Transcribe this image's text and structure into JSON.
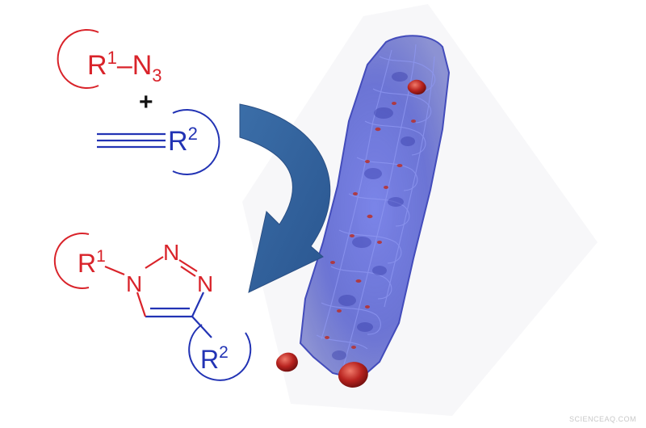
{
  "reagents": {
    "azide": {
      "substituent": "R",
      "substituent_index": "1",
      "bond": "–",
      "azide_group": "N",
      "azide_subscript": "3"
    },
    "plus_sign": "+",
    "alkyne": {
      "substituent": "R",
      "substituent_index": "2"
    }
  },
  "product": {
    "r1_label": "R",
    "r1_index": "1",
    "r2_label": "R",
    "r2_index": "2",
    "ring_atoms": [
      "N",
      "N",
      "N"
    ]
  },
  "watermark": "SCIENCEAQ.COM",
  "colors": {
    "red": "#d9232a",
    "blue": "#2233b4",
    "arrow": "#2f5f9c",
    "black": "#111111"
  }
}
